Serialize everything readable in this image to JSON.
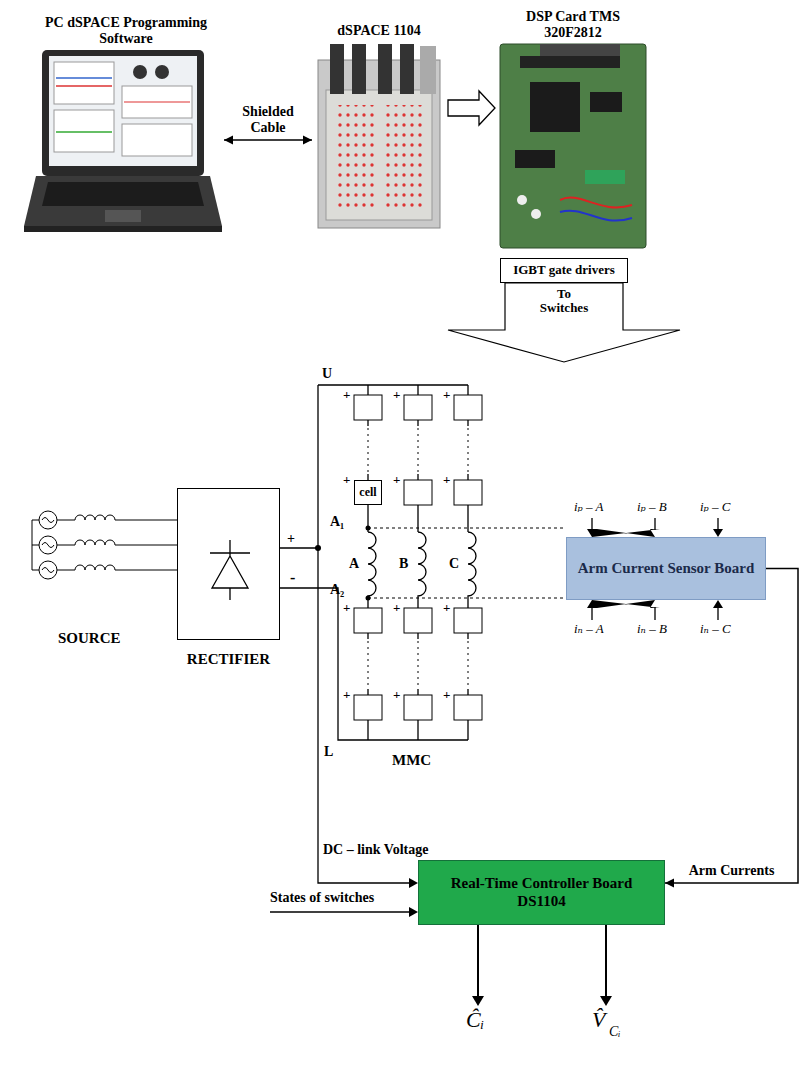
{
  "diagram": {
    "nodes": [
      {
        "text": [
          "PC dSPACE Programming Software"
        ]
      },
      {
        "text": [
          "dSPACE 1104"
        ]
      },
      {
        "text": [
          "DSP Card TMS 320F2812"
        ]
      },
      {
        "text": [
          "IGBT gate drivers"
        ]
      },
      {
        "text": [
          "RECTIFIER"
        ]
      },
      {
        "text": [
          "cell"
        ]
      },
      {
        "text": [
          "Arm Current Sensor Board"
        ]
      },
      {
        "text": [
          "Real-Time Controller Board DS1104"
        ]
      }
    ],
    "edges": [
      {
        "from": 0,
        "to": 1,
        "arrow": "both",
        "label": "Shielded Cable"
      },
      {
        "from": 1,
        "to": 2,
        "arrow": "to"
      },
      {
        "from": 6,
        "to": 7,
        "arrow": "to",
        "label": "Arm Currents"
      }
    ],
    "labels": [
      "To Switches",
      "U",
      "+",
      "+",
      "+",
      "+",
      "+",
      "+",
      "+",
      "+",
      "+",
      "+",
      "+",
      "+",
      "A₁",
      "A",
      "B",
      "C",
      "A₂",
      "L",
      "MMC",
      "SOURCE",
      "+",
      "-",
      "iₚ – A",
      "iₚ – B",
      "iₚ – C",
      "iₙ – A",
      "iₙ – B",
      "iₙ – C",
      "DC – link Voltage",
      "States of switches",
      "Ĉᵢ",
      "V̂",
      "Cᵢ"
    ]
  }
}
